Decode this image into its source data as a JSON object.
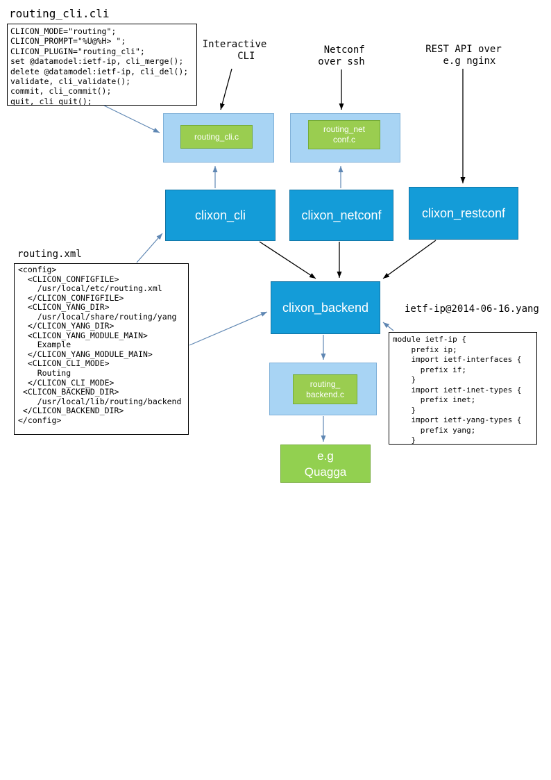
{
  "colors": {
    "box_blue": "#149cd8",
    "box_light_blue": "#a8d4f4",
    "green_plugin": "#9acd50",
    "green_quagga": "#92d050",
    "arrow_blue": "#5f87b3",
    "arrow_black": "#000000"
  },
  "labels": {
    "interactive_cli": "Interactive\n    CLI",
    "netconf": " Netconf\nover ssh",
    "rest_api": "REST API over\n  e.g nginx"
  },
  "files": {
    "cli_title": "routing_cli.cli",
    "cli_code": "CLICON_MODE=\"routing\";\nCLICON_PROMPT=\"%U@%H> \";\nCLICON_PLUGIN=\"routing_cli\";\nset @datamodel:ietf-ip, cli_merge();\ndelete @datamodel:ietf-ip, cli_del();\nvalidate, cli_validate();\ncommit, cli_commit();\nquit, cli_quit();",
    "xml_title": "routing.xml",
    "xml_code": "<config>\n  <CLICON_CONFIGFILE>\n    /usr/local/etc/routing.xml\n  </CLICON_CONFIGFILE>\n  <CLICON_YANG_DIR>\n    /usr/local/share/routing/yang\n  </CLICON_YANG_DIR>\n  <CLICON_YANG_MODULE_MAIN>\n    Example\n  </CLICON_YANG_MODULE_MAIN>\n  <CLICON_CLI_MODE>\n    Routing\n  </CLICON_CLI_MODE>\n <CLICON_BACKEND_DIR>\n    /usr/local/lib/routing/backend\n </CLICON_BACKEND_DIR>\n</config>",
    "yang_title": "ietf-ip@2014-06-16.yang",
    "yang_code": "module ietf-ip {\n    prefix ip;\n    import ietf-interfaces {\n      prefix if;\n    }\n    import ietf-inet-types {\n      prefix inet;\n    }\n    import ietf-yang-types {\n      prefix yang;\n    }"
  },
  "nodes": {
    "routing_cli_c": "routing_cli.c",
    "routing_netconf_c": "routing_net\nconf.c",
    "clixon_cli": "clixon_cli",
    "clixon_netconf": "clixon_netconf",
    "clixon_restconf": "clixon_restconf",
    "clixon_backend": "clixon_backend",
    "routing_backend_c": "routing_\nbackend.c",
    "quagga": "e.g\nQuagga"
  }
}
